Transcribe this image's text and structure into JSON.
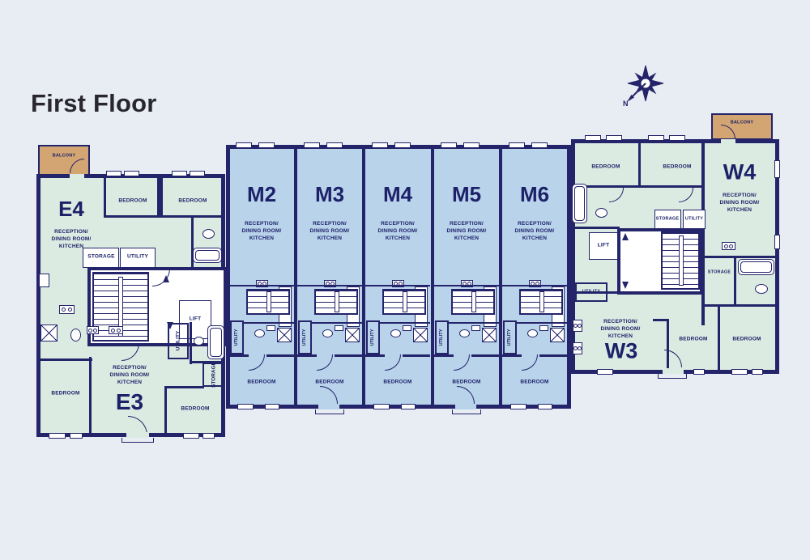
{
  "title": "First Floor",
  "compass_letter": "N",
  "labels": {
    "balcony": "BALCONY",
    "bedroom": "BEDROOM",
    "storage": "STORAGE",
    "utility": "UTILITY",
    "lift": "LIFT",
    "reception": "RECEPTION/\nDINING ROOM/\nKITCHEN"
  },
  "units": {
    "e4": "E4",
    "e3": "E3",
    "m2": "M2",
    "m3": "M3",
    "m4": "M4",
    "m5": "M5",
    "m6": "M6",
    "w3": "W3",
    "w4": "W4"
  },
  "colors": {
    "background": "#e8edf3",
    "wall_navy": "#24246a",
    "text_navy": "#1c2168",
    "flat_green": "#dcebe2",
    "flat_blue": "#b9d3eb",
    "balcony_tan": "#d3a573",
    "core_white": "#ffffff",
    "title_color": "#29272e"
  }
}
